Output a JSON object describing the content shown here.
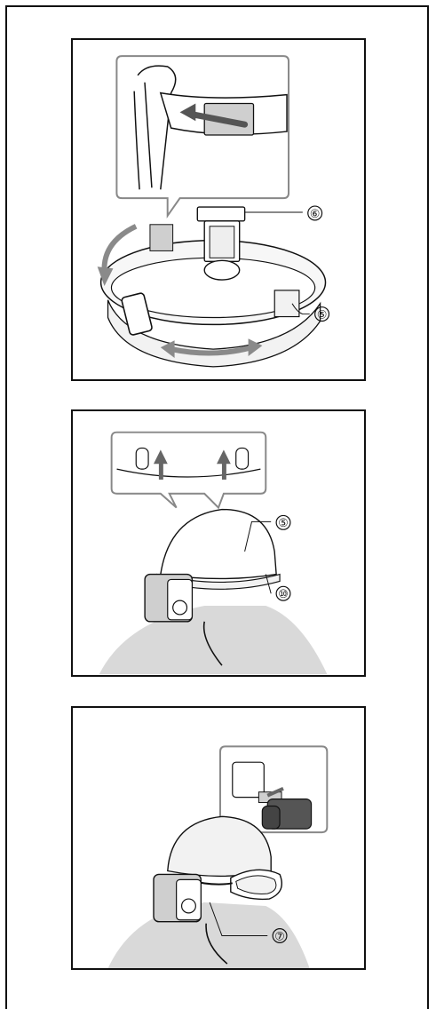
{
  "figures": [
    {
      "id": "headband-attachment",
      "callouts": [
        {
          "label": "⑥"
        },
        {
          "label": "⑤"
        }
      ]
    },
    {
      "id": "helmet-attachment",
      "callouts": [
        {
          "label": "⑤"
        },
        {
          "label": "⑩"
        }
      ]
    },
    {
      "id": "goggle-attachment",
      "callouts": [
        {
          "label": "⑦"
        }
      ]
    }
  ],
  "colors": {
    "outline": "#111111",
    "fill_light": "#f2f2f2",
    "fill_mid": "#cfcfcf",
    "fill_dark": "#555555",
    "arrow_gray": "#8a8a8a",
    "shadow": "#d9d9d9"
  }
}
